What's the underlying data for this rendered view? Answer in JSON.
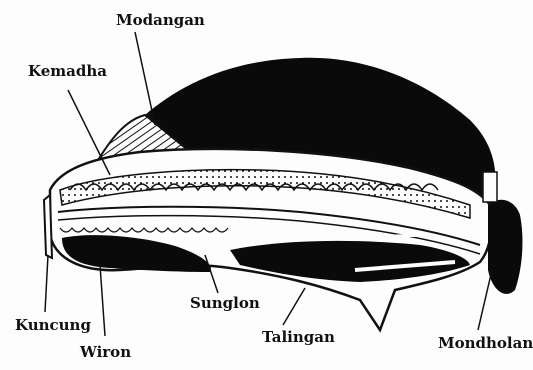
{
  "labels": {
    "modangan": "Modangan",
    "kemadha": "Kemadha",
    "kuncung": "Kuncung",
    "wiron": "Wiron",
    "sunglon": "Sunglon",
    "talingan": "Talingan",
    "mondholan": "Mondholan"
  },
  "colors": {
    "ink": "#0a0a0a",
    "paper": "#fdfdfd"
  }
}
